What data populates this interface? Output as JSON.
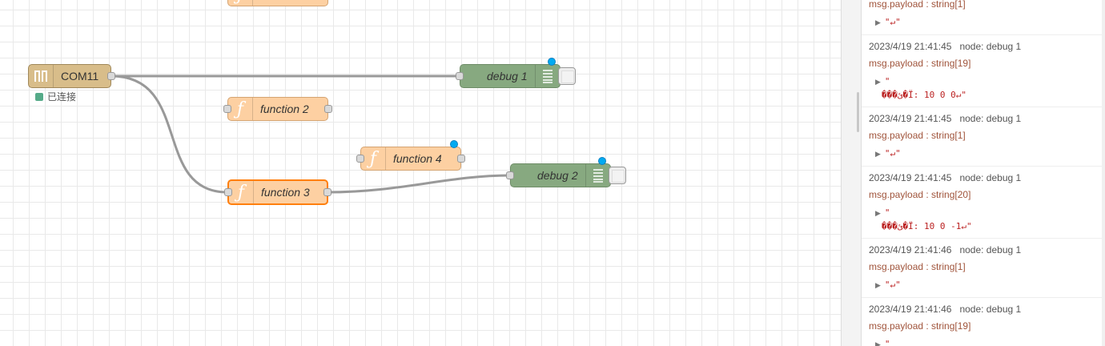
{
  "flow": {
    "serial_node": {
      "label": "COM11",
      "icon": "serial-port-icon",
      "status": "已连接"
    },
    "function_nodes": [
      {
        "label": "function 2"
      },
      {
        "label": "function 4",
        "changed": true
      },
      {
        "label": "function 3",
        "selected": true
      }
    ],
    "debug_nodes": [
      {
        "label": "debug 1",
        "changed": true
      },
      {
        "label": "debug 2",
        "changed": true
      }
    ],
    "colors": {
      "function": "#fdd0a2",
      "serial": "#d8bd8a",
      "debug": "#87a980",
      "selected": "#ff7f0e",
      "changed_dot": "#00aaf2",
      "status_ok": "#55aa88"
    }
  },
  "debug_panel": {
    "messages": [
      {
        "time": "",
        "node": "",
        "path": "msg.payload : string[1]",
        "value": "\"↵\""
      },
      {
        "time": "2023/4/19 21:41:45",
        "node": "node: debug 1",
        "path": "msg.payload : string[19]",
        "value": "\"",
        "value2": "���ئ�Ï: 10 0 0↵\""
      },
      {
        "time": "2023/4/19 21:41:45",
        "node": "node: debug 1",
        "path": "msg.payload : string[1]",
        "value": "\"↵\""
      },
      {
        "time": "2023/4/19 21:41:45",
        "node": "node: debug 1",
        "path": "msg.payload : string[20]",
        "value": "\"",
        "value2": "���ئ�Ï: 10 0 -1↵\""
      },
      {
        "time": "2023/4/19 21:41:46",
        "node": "node: debug 1",
        "path": "msg.payload : string[1]",
        "value": "\"↵\""
      },
      {
        "time": "2023/4/19 21:41:46",
        "node": "node: debug 1",
        "path": "msg.payload : string[19]",
        "value": "\""
      }
    ]
  }
}
